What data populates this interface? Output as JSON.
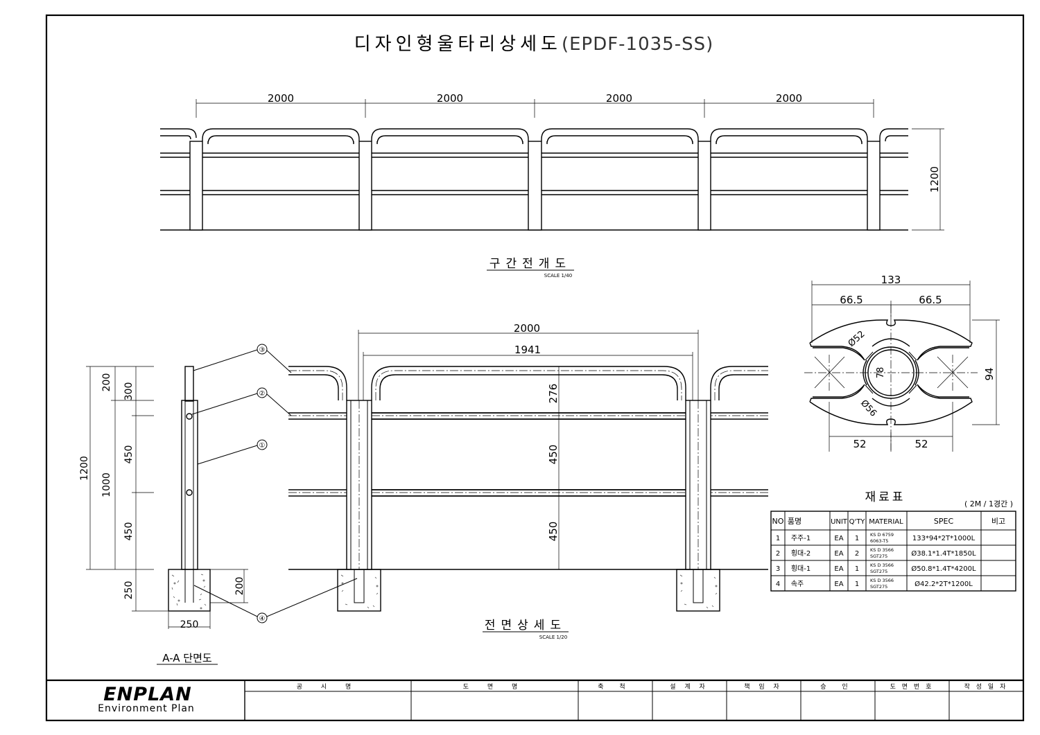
{
  "title": {
    "main": "디자인형울타리상세도",
    "code": "(EPDF-1035-SS)"
  },
  "elevation": {
    "label": "구간전개도",
    "scale": "SCALE 1/40",
    "spans": [
      "2000",
      "2000",
      "2000",
      "2000"
    ],
    "height": "1200"
  },
  "profile": {
    "width": "133",
    "half_widths": [
      "66.5",
      "66.5"
    ],
    "height": "94",
    "dia_top": "Ø52",
    "dia_bottom": "Ø56",
    "inner": "78",
    "bottom_widths": [
      "52",
      "52"
    ]
  },
  "section": {
    "label": "A-A 단면도",
    "left_dims": [
      "1200",
      "1000",
      "200",
      "300",
      "450",
      "450",
      "250"
    ],
    "foot_height": "200",
    "foot_width": "250",
    "callouts": [
      "③",
      "②",
      "①",
      "④"
    ]
  },
  "front": {
    "label": "전면상세도",
    "scale": "SCALE 1/20",
    "span_outer": "2000",
    "span_inner": "1941",
    "vertical_dims": [
      "276",
      "450",
      "450"
    ]
  },
  "material_table": {
    "title": "재료표",
    "note": "( 2M / 1경간 )",
    "headers": [
      "NO",
      "품명",
      "UNIT",
      "Q'TY",
      "MATERIAL",
      "SPEC",
      "비고"
    ],
    "rows": [
      {
        "no": "1",
        "name": "주주-1",
        "unit": "EA",
        "qty": "1",
        "material": [
          "KS D 6759",
          "6063-T5"
        ],
        "spec": "133*94*2T*1000L",
        "note": ""
      },
      {
        "no": "2",
        "name": "횡대-2",
        "unit": "EA",
        "qty": "2",
        "material": [
          "KS D 3566",
          "SGT275"
        ],
        "spec": "Ø38.1*1.4T*1850L",
        "note": ""
      },
      {
        "no": "3",
        "name": "횡대-1",
        "unit": "EA",
        "qty": "1",
        "material": [
          "KS D 3566",
          "SGT275"
        ],
        "spec": "Ø50.8*1.4T*4200L",
        "note": ""
      },
      {
        "no": "4",
        "name": "속주",
        "unit": "EA",
        "qty": "1",
        "material": [
          "KS D 3566",
          "SGT275"
        ],
        "spec": "Ø42.2*2T*1200L",
        "note": ""
      }
    ]
  },
  "title_block": {
    "company": "ENPLAN",
    "company_sub": "Environment Plan",
    "fields": [
      "공 시 명",
      "도 면 명",
      "축 척",
      "설 계 자",
      "책 임 자",
      "승 인",
      "도 면 번 호",
      "작 성 일 자"
    ]
  }
}
